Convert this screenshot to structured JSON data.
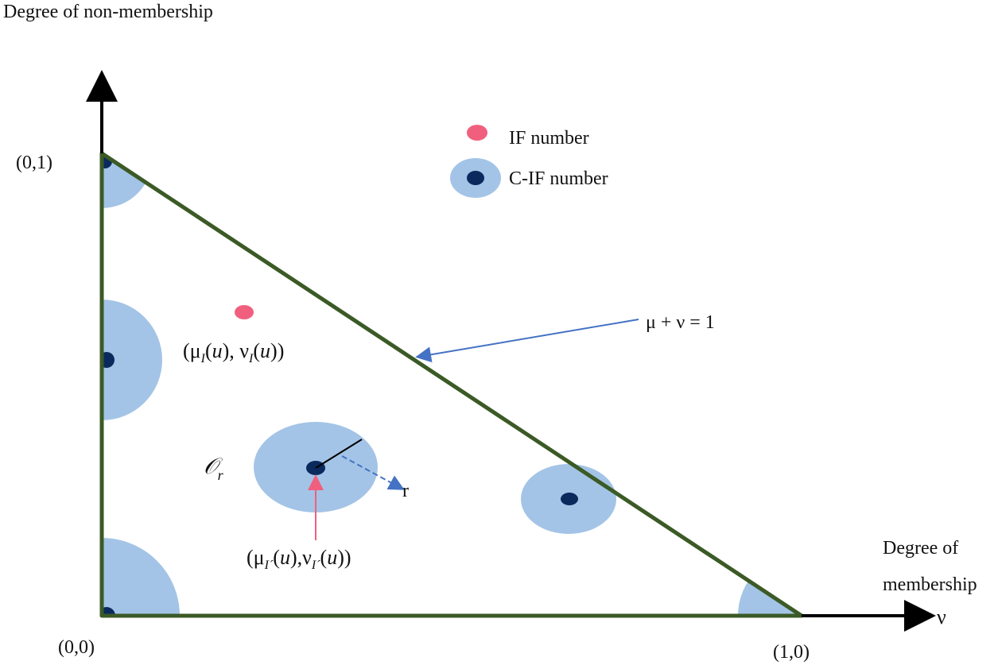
{
  "axes": {
    "y_label": "Degree of non-membership",
    "x_label_line1": "Degree of",
    "x_label_line2": "membership",
    "x_symbol": "ν",
    "origin": "(0,0)",
    "y_point": "(0,1)",
    "x_point": "(1,0)"
  },
  "boundary_line": {
    "label": "μ + ν = 1"
  },
  "legend": {
    "if_number": "IF number",
    "cif_number": "C-IF number"
  },
  "if_point": {
    "label_open": "(μ",
    "label_sub1": "I",
    "label_mid1": "(",
    "label_u1": "u",
    "label_mid2": "), ν",
    "label_sub2": "I",
    "label_mid3": "(",
    "label_u2": "u",
    "label_close": "))"
  },
  "cif_point": {
    "circle_label": "𝒪",
    "circle_sub": "r",
    "radius_label": "r",
    "label_open": "(μ",
    "label_sub1": "I´",
    "label_mid1": "(",
    "label_u1": "u",
    "label_mid2": "),ν",
    "label_sub2": "I´",
    "label_mid3": "(",
    "label_u2": "u",
    "label_close": "))"
  },
  "colors": {
    "triangle": "#3b5a26",
    "circle_fill": "#a3c4e6",
    "center_dot": "#0a2a5e",
    "if_dot": "#f0607e",
    "arrow_blue": "#4472c4",
    "arrow_pink": "#f0607e",
    "axis": "#000000"
  }
}
